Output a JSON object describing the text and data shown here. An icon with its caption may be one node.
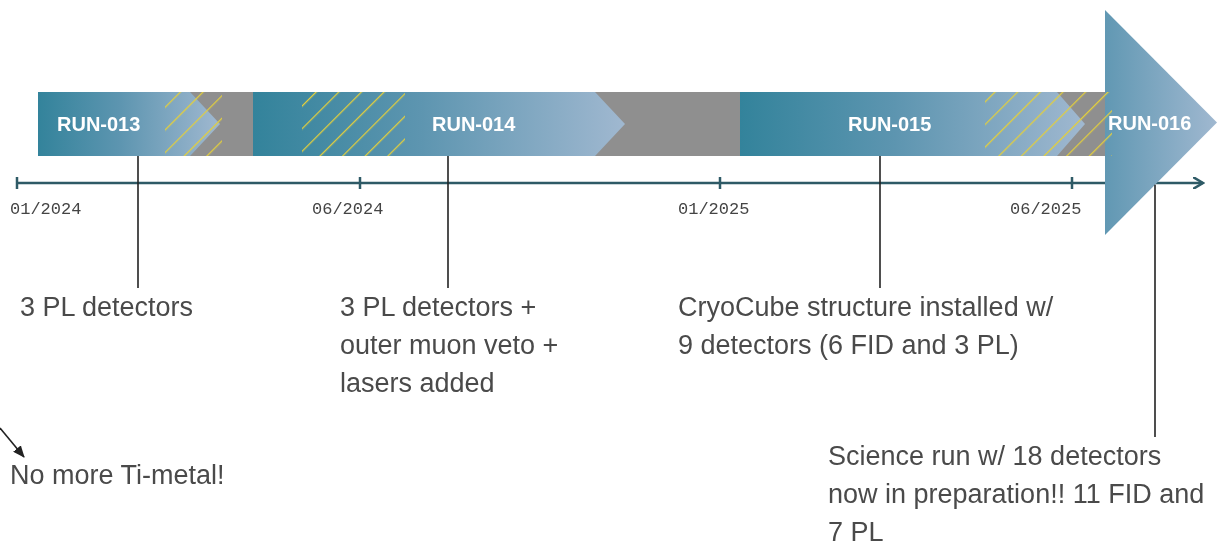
{
  "diagram": {
    "nodes": [
      {
        "text": [
          "RUN-013"
        ]
      },
      {
        "text": [
          "RUN-014"
        ]
      },
      {
        "text": [
          "RUN-015"
        ]
      },
      {
        "text": [
          "RUN-016"
        ]
      },
      {
        "text": [
          "3 PL detectors"
        ]
      },
      {
        "text": [
          "3 PL detectors + outer muon veto + lasers added"
        ]
      },
      {
        "text": [
          "CryoCube structure installed w/ 9 detectors (6 FID and 3 PL)"
        ]
      },
      {
        "text": [
          "Science run w/ 18 detectors now in preparation!! 11 FID and 7 PL"
        ]
      },
      {
        "text": [
          "No more Ti-metal!"
        ]
      }
    ],
    "edges": [
      {
        "from": 4,
        "to": 0,
        "arrow": "none"
      },
      {
        "from": 5,
        "to": 1,
        "arrow": "none"
      },
      {
        "from": 6,
        "to": 2,
        "arrow": "none"
      },
      {
        "from": 7,
        "to": 3,
        "arrow": "none"
      },
      {
        "from": null,
        "to": 8,
        "arrow": "to"
      }
    ],
    "labels": [
      "01/2024",
      "06/2024",
      "01/2025",
      "06/2025"
    ]
  }
}
